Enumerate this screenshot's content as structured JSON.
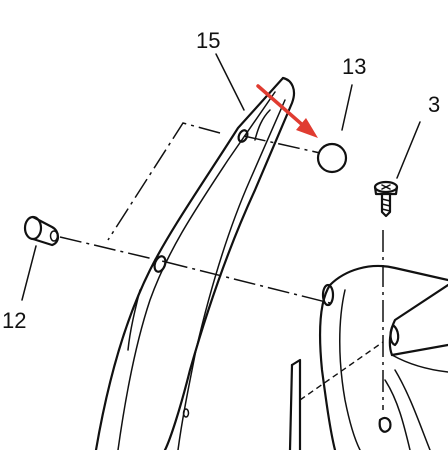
{
  "callouts": {
    "part_15": "15",
    "part_13": "13",
    "part_3": "3",
    "part_12": "12"
  },
  "colors": {
    "line": "#111111",
    "highlight_arrow": "#e03c31",
    "background": "#ffffff"
  }
}
